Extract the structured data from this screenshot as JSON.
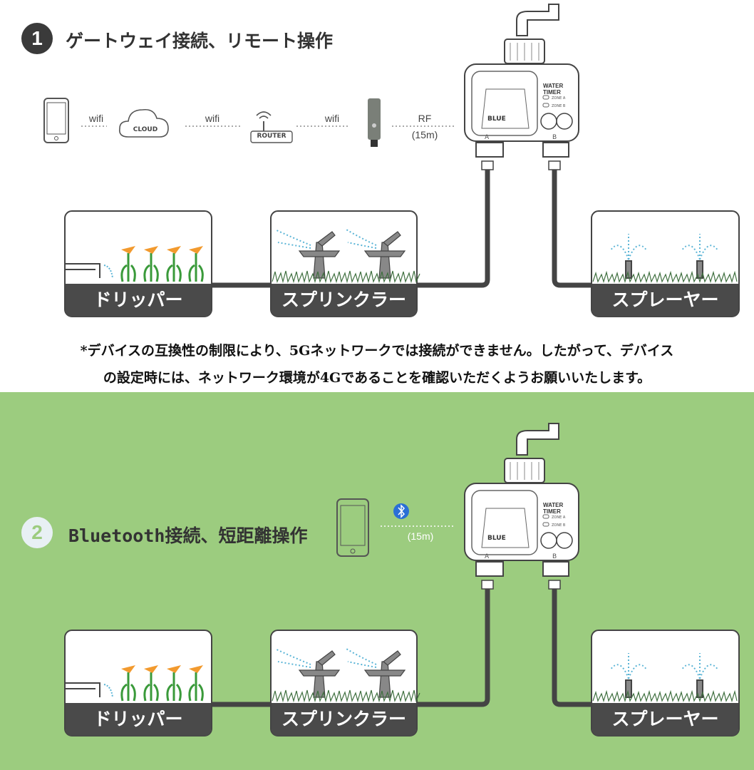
{
  "section1": {
    "number": "1",
    "title": "ゲートウェイ接続、リモート操作",
    "chain": {
      "link1": "wifi",
      "cloud": "CLOUD",
      "link2": "wifi",
      "router": "ROUTER",
      "link3": "wifi",
      "link4": "RF",
      "range": "(15m)"
    }
  },
  "note": {
    "line1": "*デバイスの互換性の制限により、5Gネットワークでは接続ができません。したがって、デバイス",
    "line2": "の設定時には、ネットワーク環境が4Gであることを確認いただくようお願いいたします。"
  },
  "section2": {
    "number": "2",
    "title": "Bluetooth接続、短距離操作",
    "range": "(15m)"
  },
  "device": {
    "brand": "BLUE",
    "line1": "WATER",
    "line2": "TIMER",
    "zone_a": "ZONE A",
    "zone_b": "ZONE B",
    "port_a": "A",
    "port_b": "B"
  },
  "panels": {
    "drip": "ドリッパー",
    "sprinkler": "スプリンクラー",
    "sprayer": "スプレーヤー"
  },
  "colors": {
    "green_bg": "#9ccc7f",
    "panel_band": "#4a4a4a",
    "hose": "#444444",
    "spray": "#5ab4d6",
    "bluetooth": "#2a6fd6"
  }
}
